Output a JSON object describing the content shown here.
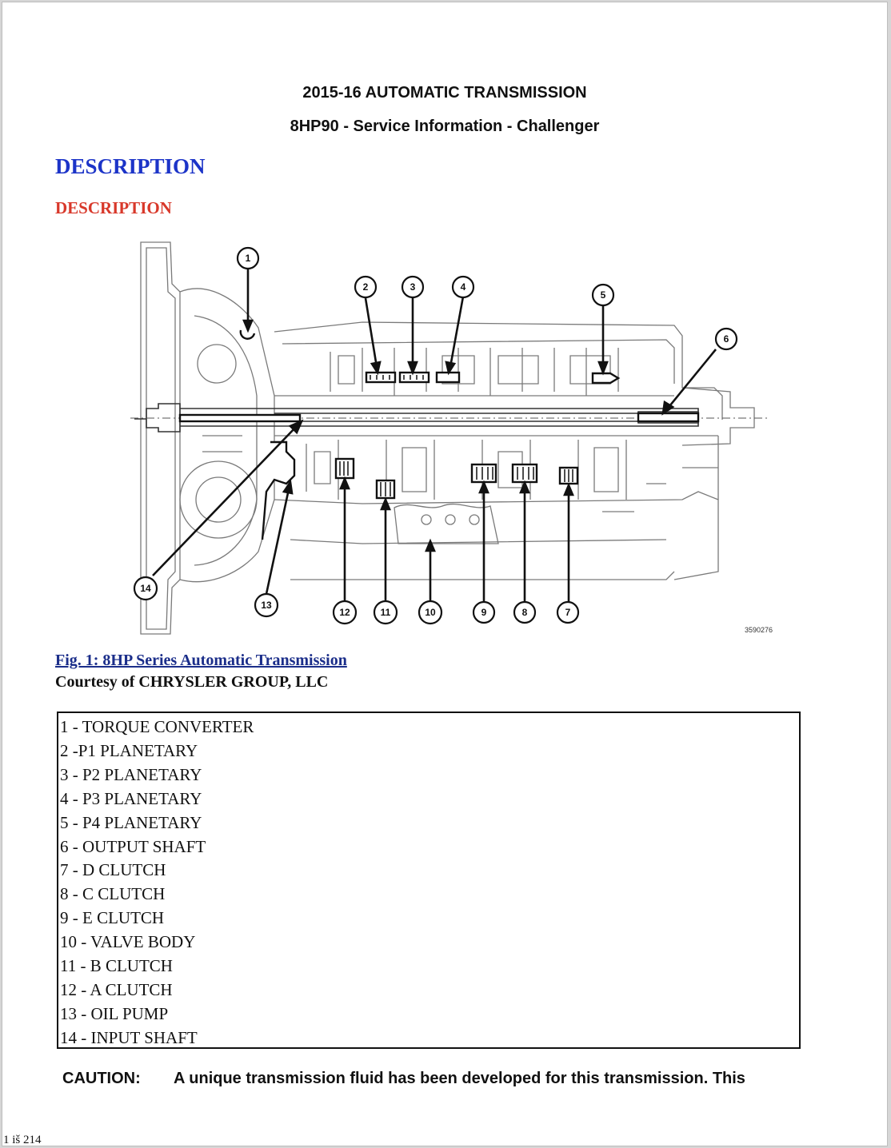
{
  "header": {
    "line1": "2015-16 AUTOMATIC TRANSMISSION",
    "line2": "8HP90 - Service Information - Challenger"
  },
  "section_heading": "DESCRIPTION",
  "sub_heading": "DESCRIPTION",
  "figure": {
    "callouts": [
      "1",
      "2",
      "3",
      "4",
      "5",
      "6",
      "7",
      "8",
      "9",
      "10",
      "11",
      "12",
      "13",
      "14"
    ],
    "drawing_number": "3590276",
    "caption": "Fig. 1: 8HP Series Automatic Transmission",
    "courtesy": "Courtesy of CHRYSLER GROUP, LLC"
  },
  "legend": [
    "1 - TORQUE CONVERTER",
    "2 -P1 PLANETARY",
    "3 - P2 PLANETARY",
    "4 - P3 PLANETARY",
    "5 - P4 PLANETARY",
    "6 - OUTPUT SHAFT",
    "7 - D CLUTCH",
    "8 - C CLUTCH",
    "9 - E CLUTCH",
    "10 - VALVE BODY",
    "11 - B CLUTCH",
    "12 - A CLUTCH",
    "13 - OIL PUMP",
    "14 - INPUT SHAFT"
  ],
  "caution": {
    "label": "CAUTION:",
    "text": "A unique transmission fluid has been developed for this transmission. This"
  },
  "page_indicator": "1 iš 214"
}
